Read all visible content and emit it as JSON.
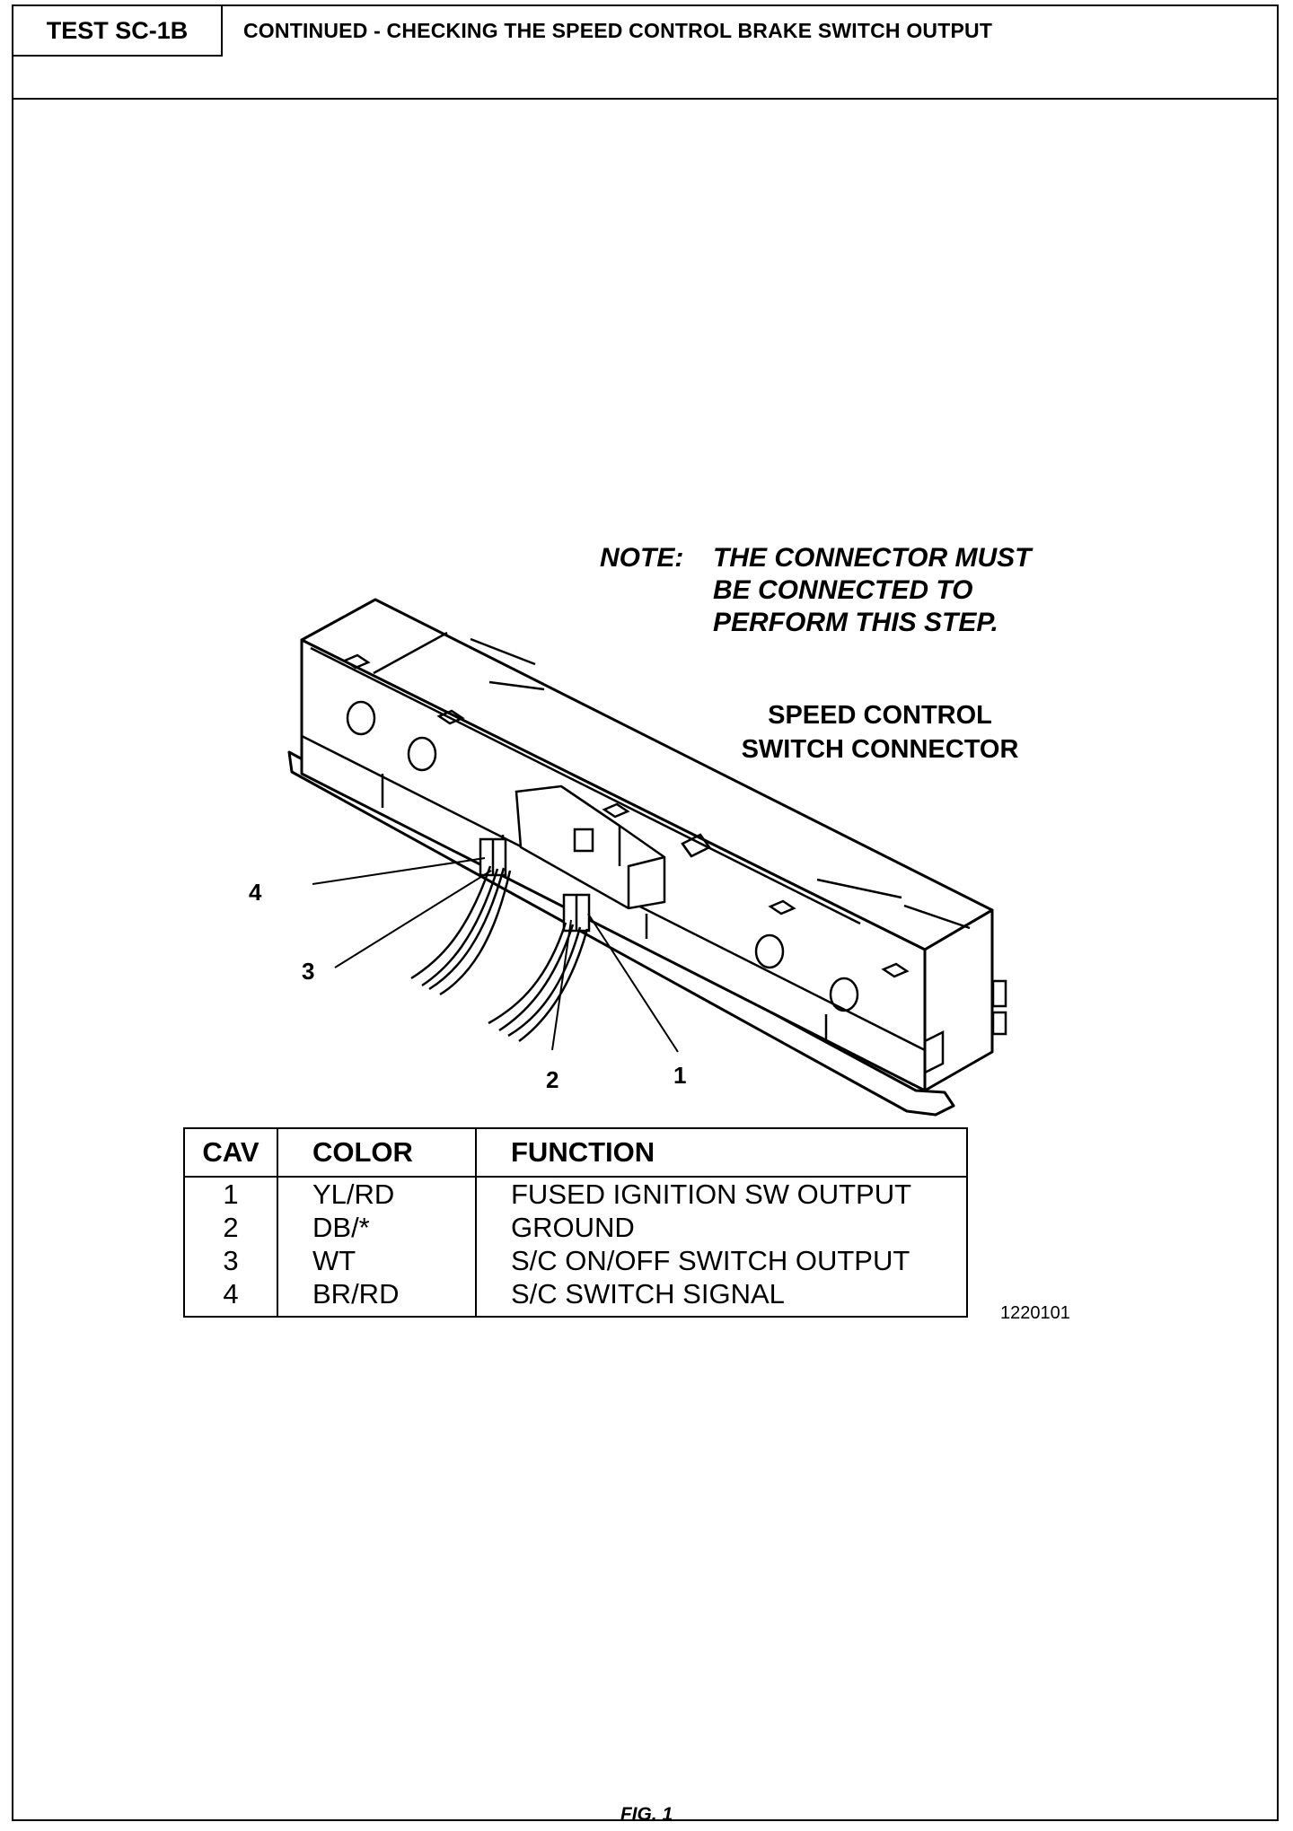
{
  "header": {
    "test_id": "TEST SC-1B",
    "title": "CONTINUED - CHECKING THE SPEED CONTROL BRAKE SWITCH OUTPUT"
  },
  "figure": {
    "note_label": "NOTE:",
    "note_text": "THE CONNECTOR MUST\nBE CONNECTED TO\nPERFORM THIS STEP.",
    "connector_label": "SPEED CONTROL\nSWITCH CONNECTOR",
    "callouts": [
      "4",
      "3",
      "2",
      "1"
    ],
    "figure_code": "1220101",
    "caption": "FIG. 1"
  },
  "pin_table": {
    "headers": [
      "CAV",
      "COLOR",
      "FUNCTION"
    ],
    "rows": [
      {
        "cav": "1",
        "color": "YL/RD",
        "function": "FUSED IGNITION SW OUTPUT"
      },
      {
        "cav": "2",
        "color": "DB/*",
        "function": "GROUND"
      },
      {
        "cav": "3",
        "color": "WT",
        "function": "S/C ON/OFF SWITCH OUTPUT"
      },
      {
        "cav": "4",
        "color": "BR/RD",
        "function": "S/C SWITCH SIGNAL"
      }
    ]
  }
}
